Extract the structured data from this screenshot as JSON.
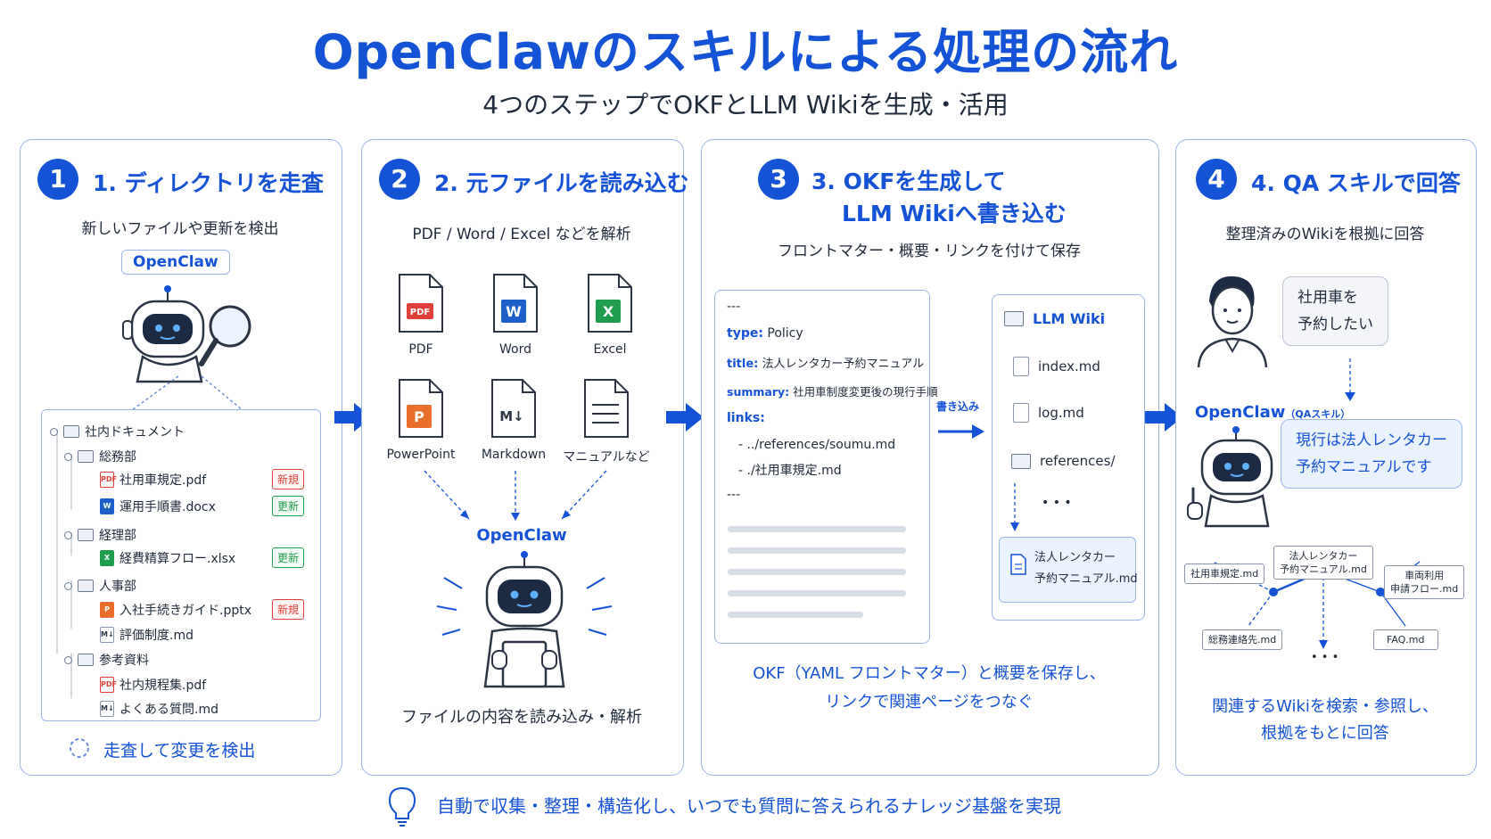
{
  "title": "OpenClawのスキルによる処理の流れ",
  "subtitle": "4つのステップでOKFとLLM Wikiを生成・活用",
  "steps": [
    {
      "num": "1",
      "title": "1. ディレクトリを走査",
      "desc": "新しいファイルや更新を検出",
      "agent_label": "OpenClaw",
      "tree": [
        {
          "label": "社内ドキュメント"
        },
        {
          "label": "総務部"
        },
        {
          "label": "社用車規定.pdf",
          "badge": "新規"
        },
        {
          "label": "運用手順書.docx",
          "badge": "更新"
        },
        {
          "label": "経理部"
        },
        {
          "label": "経費精算フロー.xlsx",
          "badge": "更新"
        },
        {
          "label": "人事部"
        },
        {
          "label": "入社手続きガイド.pptx",
          "badge": "新規"
        },
        {
          "label": "評価制度.md"
        },
        {
          "label": "参考資料"
        },
        {
          "label": "社内規程集.pdf"
        },
        {
          "label": "よくある質問.md"
        }
      ],
      "footer": "走査して変更を検出"
    },
    {
      "num": "2",
      "title": "2. 元ファイルを読み込む",
      "desc": "PDF / Word / Excel などを解析",
      "files": [
        {
          "label": "PDF",
          "badge": "PDF",
          "color": "#e0403a"
        },
        {
          "label": "Word",
          "badge": "W",
          "color": "#1f5fc9"
        },
        {
          "label": "Excel",
          "badge": "X",
          "color": "#1f9d4c"
        },
        {
          "label": "PowerPoint",
          "badge": "P",
          "color": "#e8702a"
        },
        {
          "label": "Markdown",
          "badge": "M↓",
          "color": "#2b3545"
        },
        {
          "label": "マニュアルなど",
          "badge": "",
          "color": "#8895a8"
        }
      ],
      "agent_label": "OpenClaw",
      "footer": "ファイルの内容を読み込み・解析"
    },
    {
      "num": "3",
      "title_line1": "3. OKFを生成して",
      "title_line2": "LLM Wikiへ書き込む",
      "desc": "フロントマター・概要・リンクを付けて保存",
      "yaml": {
        "sep": "---",
        "type_key": "type:",
        "type_val": "Policy",
        "title_key": "title:",
        "title_val": "法人レンタカー予約マニュアル",
        "summary_key": "summary:",
        "summary_val": "社用車制度変更後の現行手順",
        "links_key": "links:",
        "link1": "- ../references/soumu.md",
        "link2": "- ./社用車規定.md",
        "sep_end": "---"
      },
      "write_label": "書き込み",
      "wiki": {
        "header": "LLM Wiki",
        "items": [
          "index.md",
          "log.md",
          "references/"
        ],
        "ellipsis": "• • •",
        "new_item_line1": "法人レンタカー",
        "new_item_line2": "予約マニュアル.md"
      },
      "footer_line1": "OKF（YAML フロントマター）と概要を保存し、",
      "footer_line2": "リンクで関連ページをつなぐ"
    },
    {
      "num": "4",
      "title": "4. QA スキルで回答",
      "desc": "整理済みのWikiを根拠に回答",
      "question_line1": "社用車を",
      "question_line2": "予約したい",
      "agent_label": "OpenClaw",
      "agent_sub": "（QAスキル）",
      "answer_line1": "現行は法人レンタカー",
      "answer_line2": "予約マニュアルです",
      "nodes": {
        "n1": "社用車規定.md",
        "n2_line1": "法人レンタカー",
        "n2_line2": "予約マニュアル.md",
        "n3_line1": "車両利用",
        "n3_line2": "申請フロー.md",
        "n4": "総務連絡先.md",
        "n5": "FAQ.md",
        "ellipsis": "• • •"
      },
      "footer_line1": "関連するWikiを検索・参照し、",
      "footer_line2": "根拠をもとに回答"
    }
  ],
  "footer": "自動で収集・整理・構造化し、いつでも質問に答えられるナレッジ基盤を実現",
  "colors": {
    "accent": "#1452d6",
    "border": "#9bb6e6",
    "new": "#e0403a",
    "updated": "#1f9d4c"
  }
}
